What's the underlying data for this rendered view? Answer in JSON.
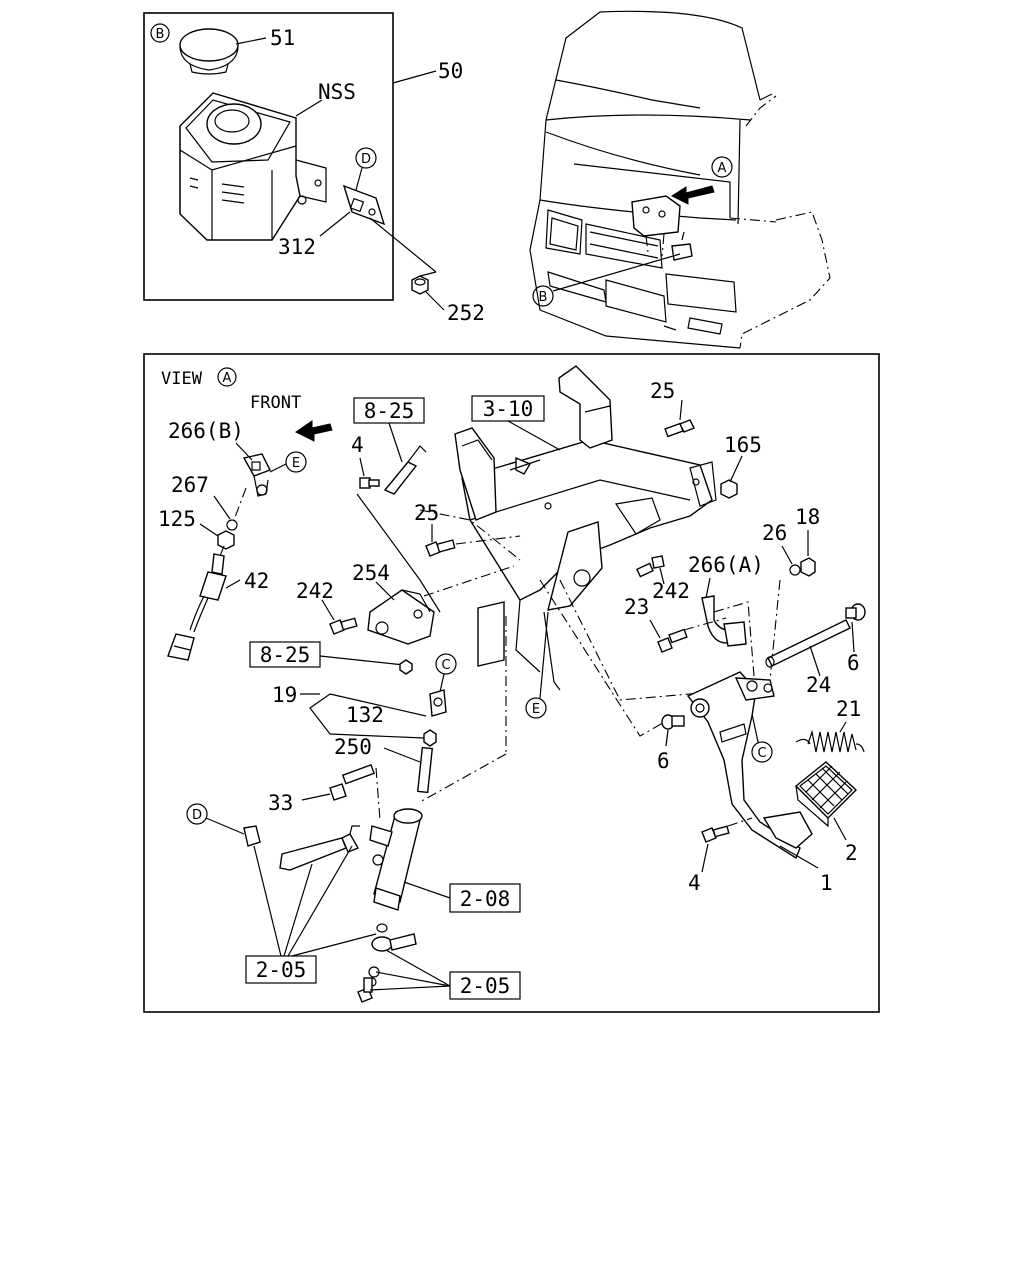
{
  "inset": {
    "marker": "B",
    "labels": {
      "p51": "51",
      "nss": "NSS",
      "p50": "50",
      "d": "D",
      "p312": "312",
      "p252": "252"
    }
  },
  "cab": {
    "labels": {
      "a": "A",
      "b": "B"
    }
  },
  "view": {
    "view_label": "VIEW",
    "view_marker": "A",
    "front_label": "FRONT",
    "labels": {
      "p3_10": "3-10",
      "p25a": "25",
      "p165": "165",
      "p8_25a": "8-25",
      "p4a": "4",
      "p266b": "266(B)",
      "e1": "E",
      "p267": "267",
      "p125": "125",
      "p25b": "25",
      "p26": "26",
      "p18": "18",
      "p266a": "266(A)",
      "p42": "42",
      "p254": "254",
      "p242a": "242",
      "p242b": "242",
      "p23": "23",
      "p6a": "6",
      "p8_25b": "8-25",
      "c1": "C",
      "p24": "24",
      "p19": "19",
      "p132": "132",
      "p21": "21",
      "e2": "E",
      "p250": "250",
      "c2": "C",
      "p6b": "6",
      "p33": "33",
      "d": "D",
      "p2": "2",
      "p4b": "4",
      "p1": "1",
      "p2_08": "2-08",
      "p2_05a": "2-05",
      "p2_05b": "2-05"
    }
  }
}
